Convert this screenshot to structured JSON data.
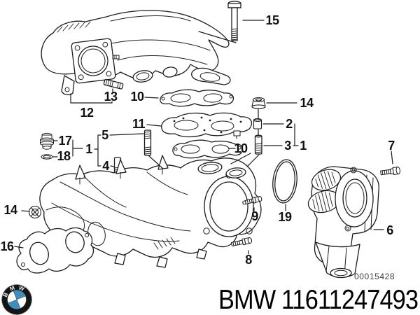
{
  "colors": {
    "background": "#ffffff",
    "line_art": "#1c1c1c",
    "logo_blue": "#3e8ec0",
    "footer_text": "#000000"
  },
  "diagram": {
    "drawing_number": "00015428",
    "callouts": [
      {
        "text": "15"
      },
      {
        "text": "13"
      },
      {
        "text": "10"
      },
      {
        "text": "12"
      },
      {
        "text": "14"
      },
      {
        "text": "11"
      },
      {
        "text": "2"
      },
      {
        "text": "3"
      },
      {
        "text": "1"
      },
      {
        "text": "17"
      },
      {
        "text": "18"
      },
      {
        "text": "1"
      },
      {
        "text": "5"
      },
      {
        "text": "4"
      },
      {
        "text": "10"
      },
      {
        "text": "7"
      },
      {
        "text": "14"
      },
      {
        "text": "16"
      },
      {
        "text": "9"
      },
      {
        "text": "19"
      },
      {
        "text": "8"
      },
      {
        "text": "6"
      }
    ]
  },
  "logo": {
    "letters": [
      "B",
      "M",
      "W"
    ]
  },
  "footer": {
    "text": "BMW 11611247493"
  }
}
